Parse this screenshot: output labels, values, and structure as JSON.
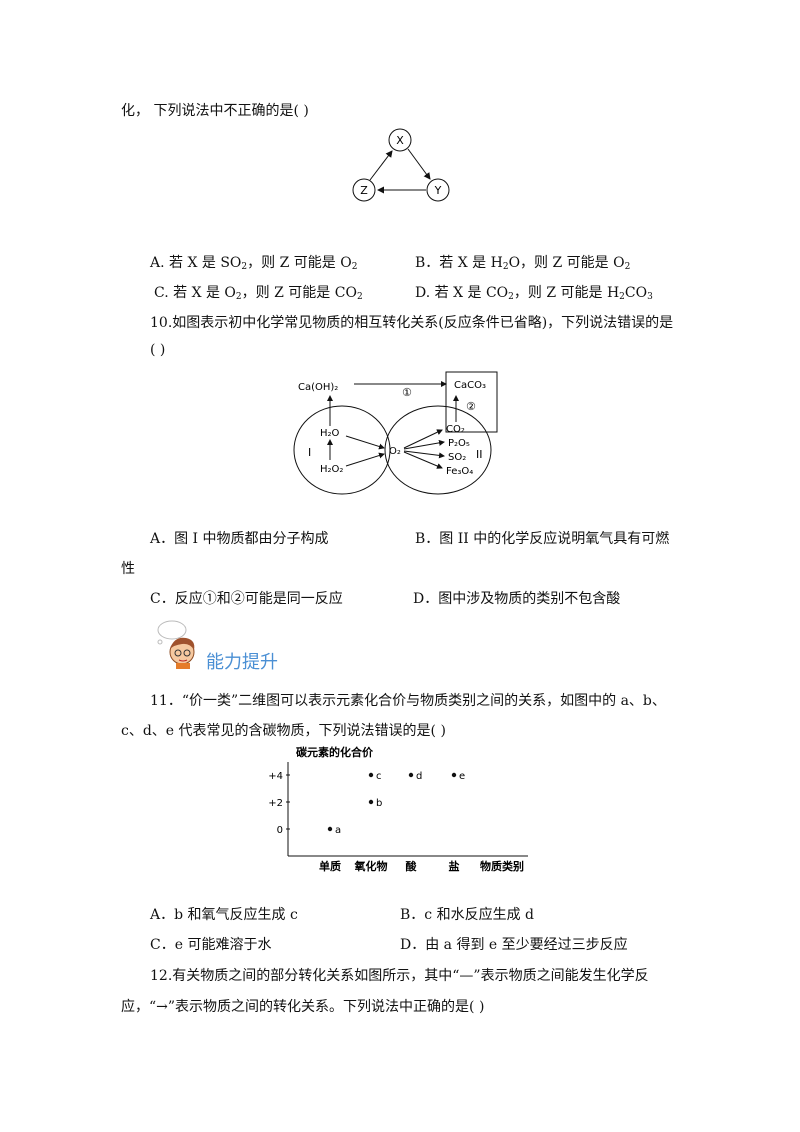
{
  "q9": {
    "intro": "化， 下列说法中不正确的是(        )",
    "nodes": {
      "x": "X",
      "y": "Y",
      "z": "Z"
    },
    "opt_a": [
      "A. 若 X 是 SO",
      "2",
      "，则 Z 可能是 O",
      "2"
    ],
    "opt_b": [
      "B．若 X 是 H",
      "2",
      "O，则 Z 可能是 O",
      "2"
    ],
    "opt_c": [
      "C. 若 X 是 O",
      "2",
      "，则 Z 可能是 CO",
      "2"
    ],
    "opt_d": [
      "D. 若 X 是 CO",
      "2",
      "，则 Z 可能是 H",
      "2",
      "CO",
      "3"
    ]
  },
  "q10": {
    "line1": "10.如图表示初中化学常见物质的相互转化关系(反应条件已省略)，下列说法错误的是",
    "line2": "(        )",
    "diagram": {
      "caoh2": "Ca(OH)₂",
      "caco3": "CaCO₃",
      "h2o": "H₂O",
      "h2o2": "H₂O₂",
      "o2": "O₂",
      "co2": "CO₂",
      "p2o5": "P₂O₅",
      "so2": "SO₂",
      "fe3o4": "Fe₃O₄",
      "label_1": "①",
      "label_2": "②",
      "roman_i": "I",
      "roman_ii": "II"
    },
    "opt_a": "A．图 I 中物质都由分子构成",
    "opt_b": "B．图 II 中的化学反应说明氧气具有可燃",
    "opt_b_cont": "性",
    "opt_c": "C．反应①和②可能是同一反应",
    "opt_d": "D．图中涉及物质的类别不包含酸"
  },
  "section": {
    "title": "能力提升"
  },
  "q11": {
    "line1": "11．“价一类”二维图可以表示元素化合价与物质类别之间的关系，如图中的 a、b、",
    "line2": "c、d、e 代表常见的含碳物质，下列说法错误的是(        )",
    "chart": {
      "ylabel": "碳元素的化合价",
      "yticks": [
        "+4",
        "+2",
        "0"
      ],
      "xticks": [
        "单质",
        "氧化物",
        "酸",
        "盐"
      ],
      "xlabel": "物质类别",
      "points": [
        "a",
        "b",
        "c",
        "d",
        "e"
      ]
    },
    "opt_a": "A．b 和氧气反应生成 c",
    "opt_b": "B．c 和水反应生成 d",
    "opt_c": "C．e 可能难溶于水",
    "opt_d": "D．由 a 得到 e 至少要经过三步反应"
  },
  "q12": {
    "line1": "12.有关物质之间的部分转化关系如图所示，其中“—”表示物质之间能发生化学反",
    "line2": "应，“→”表示物质之间的转化关系。下列说法中正确的是(        )"
  },
  "chart_data": {
    "type": "scatter",
    "ylabel": "碳元素的化合价",
    "xlabel": "物质类别",
    "categories": [
      "单质",
      "氧化物",
      "酸",
      "盐"
    ],
    "yticks": [
      4,
      2,
      0
    ],
    "points": [
      {
        "label": "a",
        "x": "单质",
        "y": 0
      },
      {
        "label": "b",
        "x": "氧化物",
        "y": 2
      },
      {
        "label": "c",
        "x": "氧化物",
        "y": 4
      },
      {
        "label": "d",
        "x": "酸",
        "y": 4
      },
      {
        "label": "e",
        "x": "盐",
        "y": 4
      }
    ]
  }
}
